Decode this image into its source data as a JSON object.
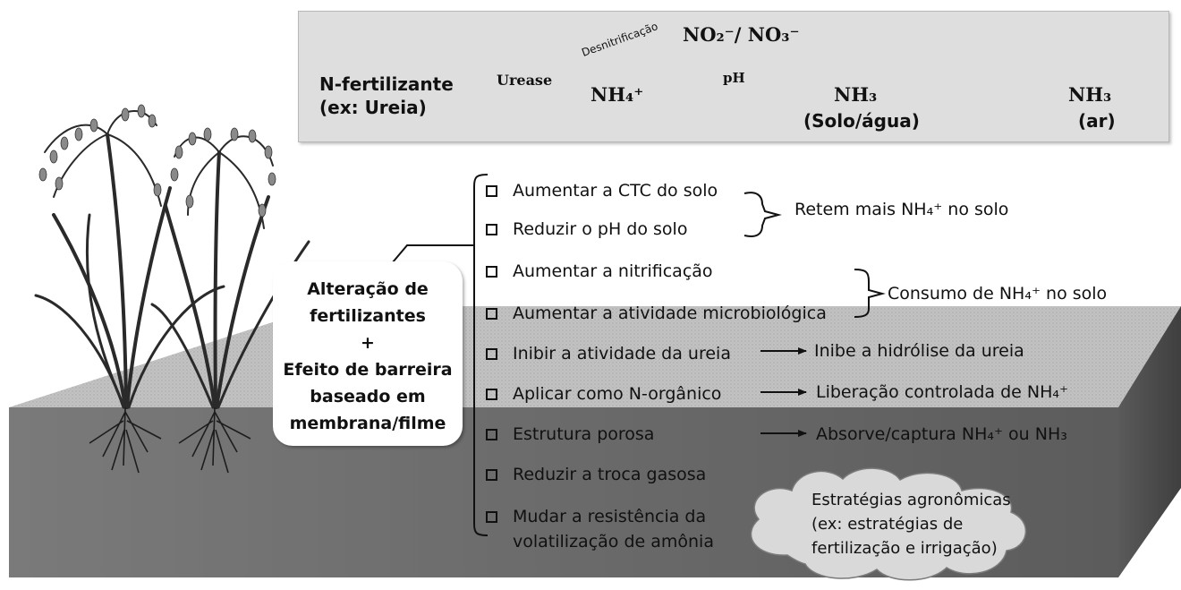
{
  "reaction": {
    "fertilizer_line1": "N-fertilizante",
    "fertilizer_line2": "(ex: Ureia)",
    "urease": "Urease",
    "denitrification": "Desnitrificação",
    "nitrite_nitrate": "NO₂⁻/ NO₃⁻",
    "ammonium": "NH₄⁺",
    "ph": "pH",
    "ammonia_soil": "NH₃",
    "ammonia_soil_label": "(Solo/água)",
    "ammonia_air": "NH₃",
    "ammonia_air_label": "(ar)"
  },
  "central_box": {
    "line1": "Alteração de",
    "line2": "fertilizantes",
    "line3": "+",
    "line4": "Efeito de barreira",
    "line5": "baseado em",
    "line6": "membrana/filme"
  },
  "strategies": [
    {
      "text": "Aumentar a CTC do solo"
    },
    {
      "text": "Reduzir o pH do solo"
    },
    {
      "text": "Aumentar a nitrificação"
    },
    {
      "text": "Aumentar a atividade microbiológica"
    },
    {
      "text": "Inibir a atividade da ureia"
    },
    {
      "text": "Aplicar como N-orgânico"
    },
    {
      "text": "Estrutura porosa"
    },
    {
      "text": "Reduzir a troca gasosa"
    },
    {
      "text": "Mudar a resistência da",
      "text2": "volatilização de amônia"
    }
  ],
  "effects": {
    "retain": "Retem mais NH₄⁺ no solo",
    "consumption": "Consumo de NH₄⁺ no solo",
    "inhibit": "Inibe a hidrólise da ureia",
    "release": "Liberação controlada de NH₄⁺",
    "absorb": "Absorve/captura NH₄⁺ ou NH₃"
  },
  "cloud": {
    "line1": "Estratégias agronômicas",
    "line2": "(ex: estratégias de",
    "line3": "fertilização e irrigação)"
  },
  "colors": {
    "box_fill": "#dedede",
    "soil_top": "#bdbdbd",
    "soil_front": "#6a6a6a",
    "cloud_fill": "#d9d9d9"
  }
}
